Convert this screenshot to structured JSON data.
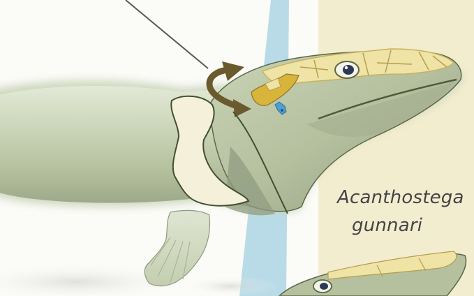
{
  "figure": {
    "genus_label": "Acanthostega",
    "species_label": "gunnari"
  },
  "colors": {
    "page_background": "#fbfbf8",
    "cream_panel": "#f3edcf",
    "blue_stripe": "#b9dbe7",
    "body_light": "#d6dec6",
    "body_mid": "#b7c3a0",
    "body_dark": "#8f9c80",
    "skull_plates": "#efe3a6",
    "skull_yellow": "#d8b43a",
    "rotation_arrow": "#6b5a2e",
    "outline": "#42502f",
    "label_text": "#444446"
  },
  "icons": [
    "pointer-line",
    "rotation-arrow",
    "eye",
    "spiracle-marker",
    "pectoral-fin",
    "gill-cover"
  ]
}
